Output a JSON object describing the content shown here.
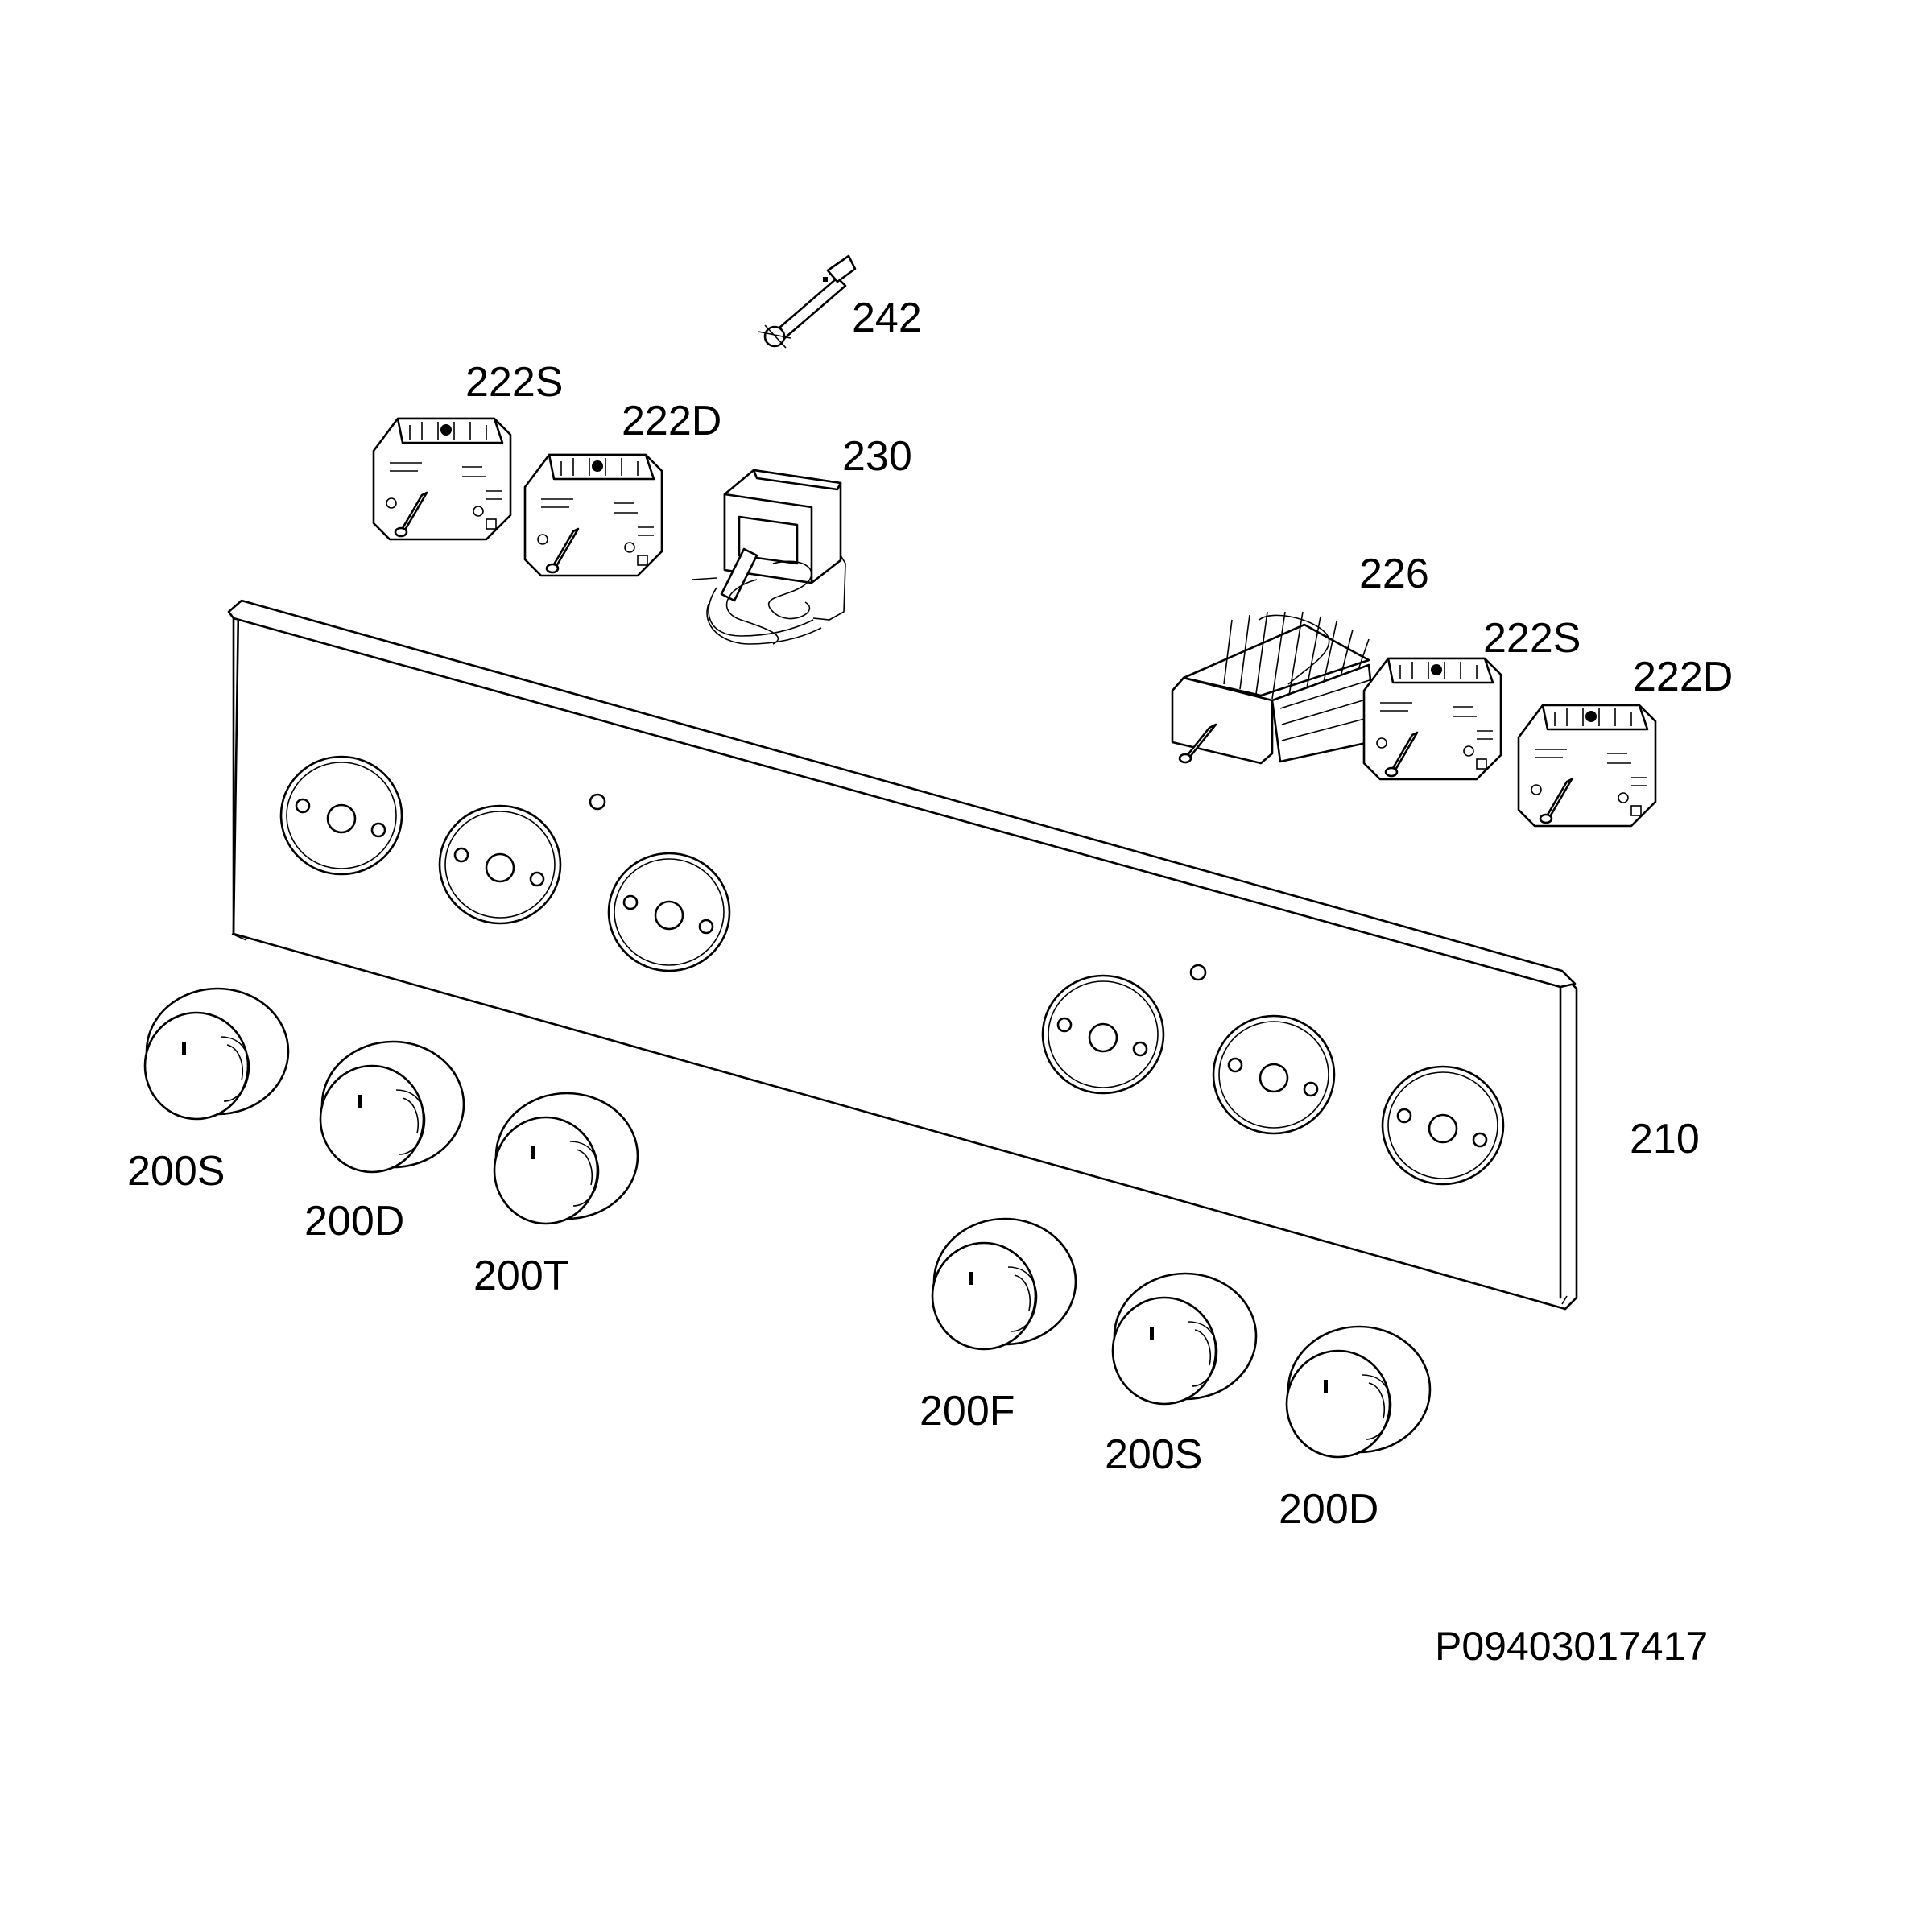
{
  "labels": {
    "l242": "242",
    "l222s_a": "222S",
    "l222d_a": "222D",
    "l230": "230",
    "l226": "226",
    "l222s_b": "222S",
    "l222d_b": "222D",
    "l210": "210",
    "l200s_a": "200S",
    "l200d_a": "200D",
    "l200t": "200T",
    "l200f": "200F",
    "l200s_b": "200S",
    "l200d_b": "200D"
  },
  "document_id": "P09403017417"
}
